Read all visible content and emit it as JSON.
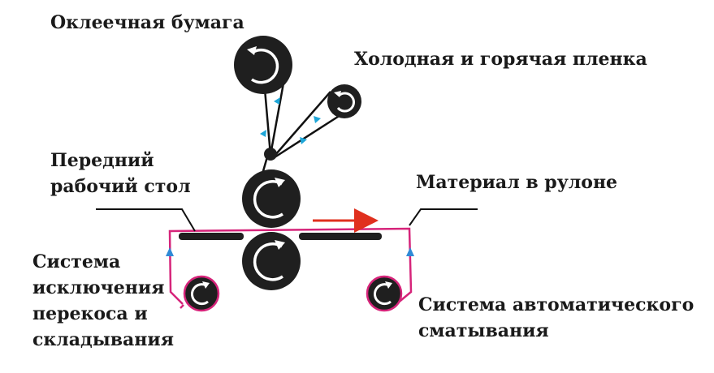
{
  "labels": {
    "glued_paper": "Оклеечная бумага",
    "film": "Холодная и горячая пленка",
    "front_table_line1": "Передний",
    "front_table_line2": "рабочий стол",
    "roll_material": "Материал в рулоне",
    "skew_line1": "Система",
    "skew_line2": "исключения",
    "skew_line3": "перекоса и",
    "skew_line4": "складывания",
    "auto_line1": "Система автоматического",
    "auto_line2": "сматывания"
  },
  "colors": {
    "roller": "#1f1f1f",
    "belt": "#d6247a",
    "arrow_blue": "#2f8ad6",
    "arrow_cyan": "#1ea6d8",
    "direction_arrow": "#e0301e",
    "line": "#111111"
  },
  "icons": {
    "roller_rotation": "circular-arrow-icon",
    "feed_direction": "arrow-right-icon",
    "tension_marker": "triangle-up-icon"
  }
}
